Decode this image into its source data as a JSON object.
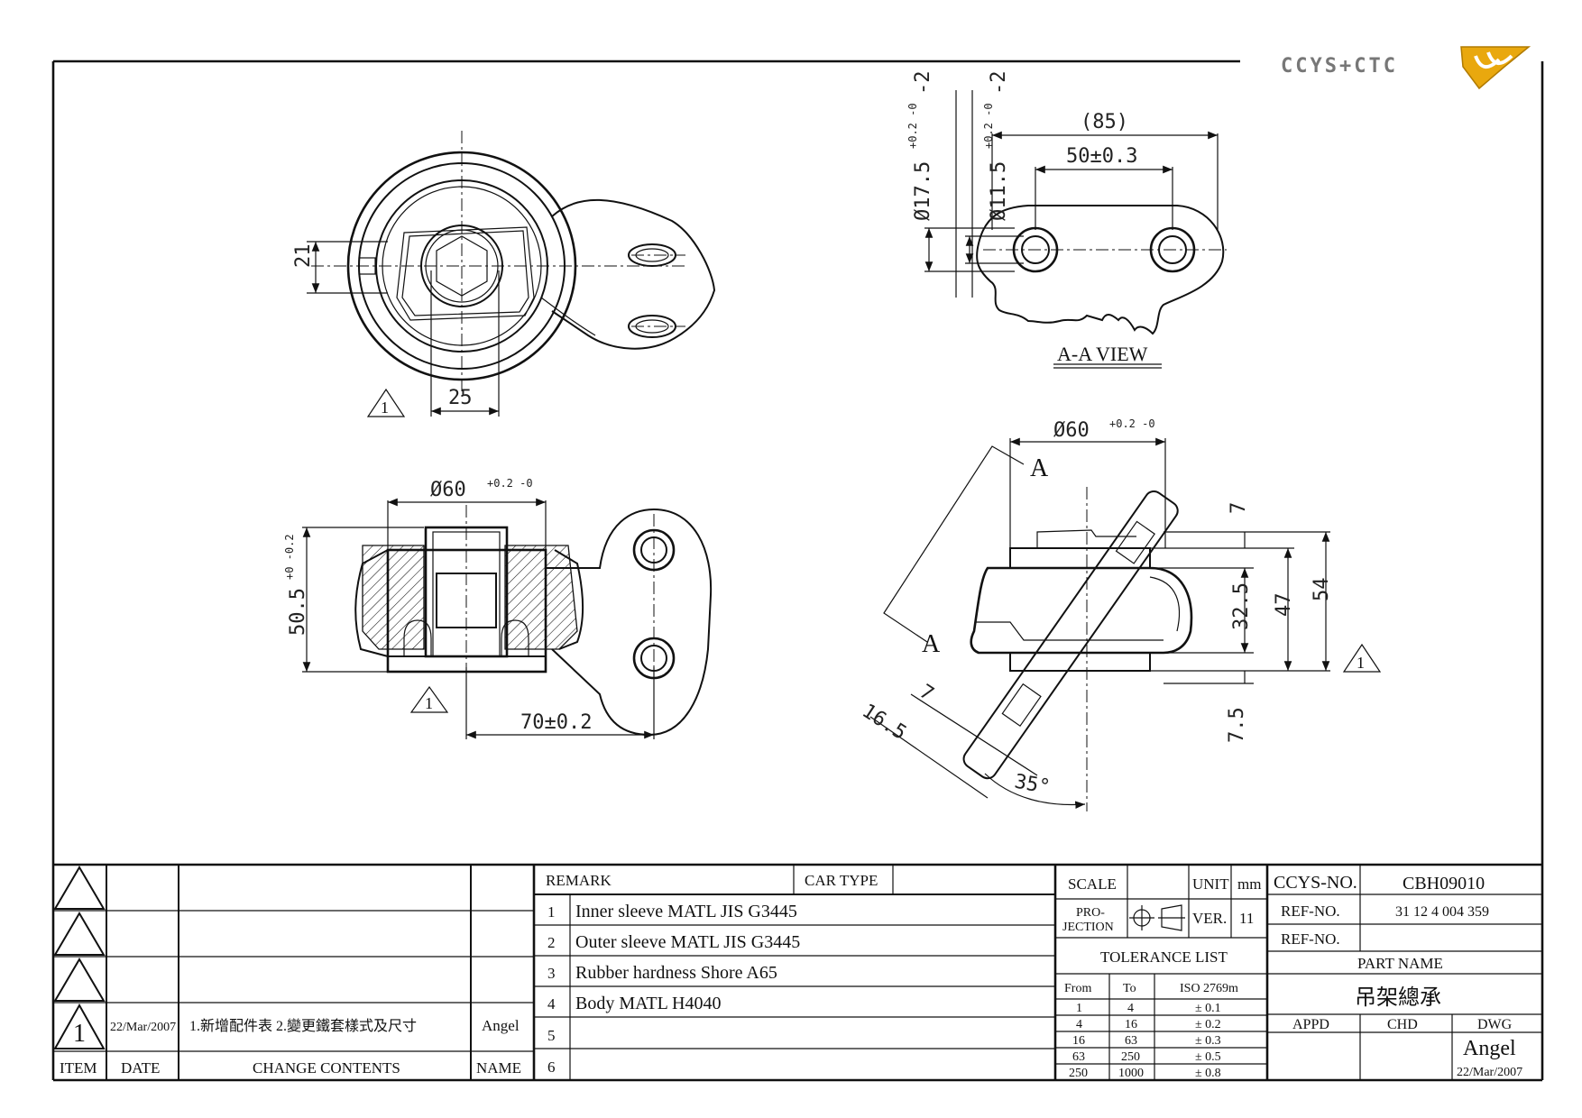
{
  "brand": {
    "logo_text": "CCYS+CTC"
  },
  "views": {
    "aa_view_label": "A-A VIEW",
    "section_mark_1": "A",
    "section_mark_2": "A",
    "rev_mark": "1"
  },
  "dimensions": {
    "top_21": "21",
    "top_25": "25",
    "aa_85": "(85)",
    "aa_50": "50±0.3",
    "aa_dia175": "Ø17.5",
    "aa_dia175_tol": "+0.2 -0",
    "aa_dia175_suffix": "-2",
    "aa_dia115": "Ø11.5",
    "aa_dia115_tol": "+0.2 -0",
    "aa_dia115_suffix": "-2",
    "front_dia60": "Ø60",
    "front_dia60_tol": "+0.2 -0",
    "front_505": "50.5",
    "front_505_tol": "+0 -0.2",
    "front_70": "70±0.2",
    "iso_dia60": "Ø60",
    "iso_dia60_tol": "+0.2 -0",
    "iso_7a": "7",
    "iso_325": "32.5",
    "iso_47": "47",
    "iso_54": "54",
    "iso_75": "7.5",
    "iso_7b": "7",
    "iso_165": "16.5",
    "iso_35": "35°"
  },
  "revisions": {
    "rows": [
      {
        "item": "",
        "date": "",
        "contents": "",
        "name": ""
      },
      {
        "item": "",
        "date": "",
        "contents": "",
        "name": ""
      },
      {
        "item": "",
        "date": "",
        "contents": "",
        "name": ""
      },
      {
        "item": "1",
        "date": "22/Mar/2007",
        "contents": "1.新增配件表 2.變更鐵套樣式及尺寸",
        "name": "Angel"
      }
    ],
    "headers": {
      "item": "ITEM",
      "date": "DATE",
      "contents": "CHANGE CONTENTS",
      "name": "NAME"
    }
  },
  "remarks": {
    "remark_label": "REMARK",
    "car_type_label": "CAR TYPE",
    "car_type_value": "",
    "rows": [
      {
        "no": "1",
        "text": "Inner sleeve MATL JIS G3445"
      },
      {
        "no": "2",
        "text": "Outer sleeve MATL JIS G3445"
      },
      {
        "no": "3",
        "text": "Rubber hardness Shore A65"
      },
      {
        "no": "4",
        "text": "Body MATL H4040"
      },
      {
        "no": "5",
        "text": ""
      },
      {
        "no": "6",
        "text": ""
      }
    ]
  },
  "spec": {
    "scale_label": "SCALE",
    "scale_value": "",
    "unit_label": "UNIT",
    "unit_value": "mm",
    "projection_label_1": "PRO-",
    "projection_label_2": "JECTION",
    "ver_label": "VER.",
    "ver_value": "11",
    "tolerance_title": "TOLERANCE LIST",
    "tol_headers": {
      "from": "From",
      "to": "To",
      "iso": "ISO 2769m"
    },
    "tol_rows": [
      {
        "from": "1",
        "to": "4",
        "tol": "± 0.1"
      },
      {
        "from": "4",
        "to": "16",
        "tol": "± 0.2"
      },
      {
        "from": "16",
        "to": "63",
        "tol": "± 0.3"
      },
      {
        "from": "63",
        "to": "250",
        "tol": "± 0.5"
      },
      {
        "from": "250",
        "to": "1000",
        "tol": "± 0.8"
      }
    ]
  },
  "title_block": {
    "ccys_no_label": "CCYS-NO.",
    "ccys_no_value": "CBH09010",
    "ref_no_label_1": "REF-NO.",
    "ref_no_value_1": "31 12 4 004 359",
    "ref_no_label_2": "REF-NO.",
    "ref_no_value_2": "",
    "part_name_label": "PART NAME",
    "part_name_value": "吊架總承",
    "appd_label": "APPD",
    "chd_label": "CHD",
    "dwg_label": "DWG",
    "dwg_name": "Angel",
    "dwg_date": "22/Mar/2007"
  }
}
